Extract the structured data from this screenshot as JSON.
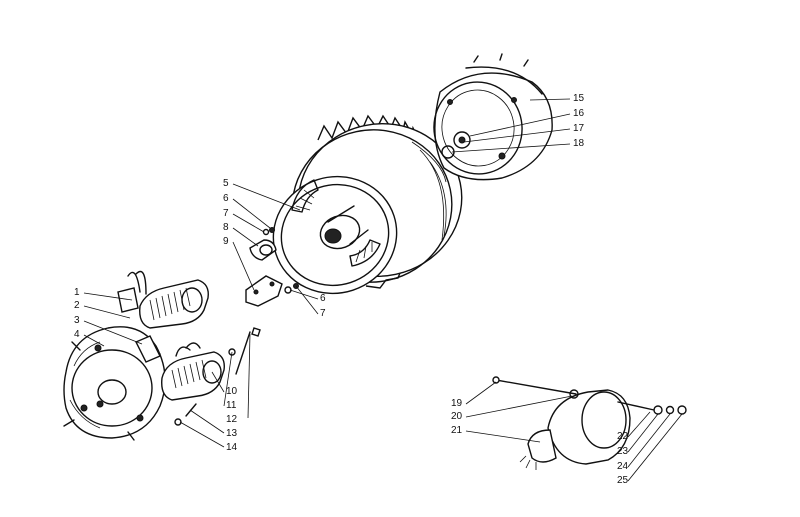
{
  "callouts": {
    "c1": "1",
    "c2": "2",
    "c3": "3",
    "c4": "4",
    "c5": "5",
    "c6a": "6",
    "c7a": "7",
    "c8": "8",
    "c9": "9",
    "c6b": "6",
    "c7b": "7",
    "c10": "10",
    "c11": "11",
    "c12": "12",
    "c13": "13",
    "c14": "14",
    "c15": "15",
    "c16": "16",
    "c17": "17",
    "c18": "18",
    "c19": "19",
    "c20": "20",
    "c21": "21",
    "c22": "22",
    "c23": "23",
    "c24": "24",
    "c25": "25"
  },
  "parts": {
    "flywheel_magneto": "flywheel-magneto-assembly",
    "end_cover": "end-cover",
    "stator_plate": "stator-plate",
    "starter_motor": "starter-motor"
  },
  "colors": {
    "ink": "#111111",
    "background": "#ffffff"
  }
}
